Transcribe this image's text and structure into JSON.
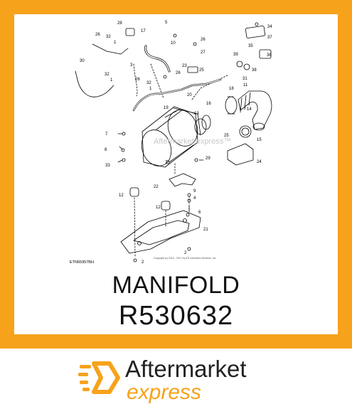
{
  "product": {
    "part_name": "MANIFOLD",
    "part_number": "R530632"
  },
  "diagram": {
    "figure_code": "ETN65957BH",
    "copyright": "Copyright (c) 2016 - 2017 by ATI Industries Services, Inc.",
    "watermark": "Aftermarket express™",
    "callouts": [
      "28",
      "5",
      "17",
      "34",
      "37",
      "26",
      "32",
      "10",
      "26",
      "35",
      "27",
      "36",
      "30",
      "1",
      "3",
      "23",
      "39",
      "38",
      "26",
      "32",
      "1",
      "25",
      "31",
      "11",
      "26",
      "32",
      "1",
      "18",
      "19",
      "20",
      "16",
      "13",
      "14",
      "7",
      "25",
      "15",
      "8",
      "29",
      "24",
      "33",
      "7",
      "22",
      "9",
      "4",
      "12",
      "12",
      "6",
      "21",
      "2",
      "2"
    ]
  },
  "brand": {
    "name_line1": "Aftermarket",
    "name_line2": "express"
  },
  "colors": {
    "accent": "#f7a21b",
    "text": "#111111"
  },
  "icons": {
    "logo": "hexagon-speed-lines-logo"
  }
}
